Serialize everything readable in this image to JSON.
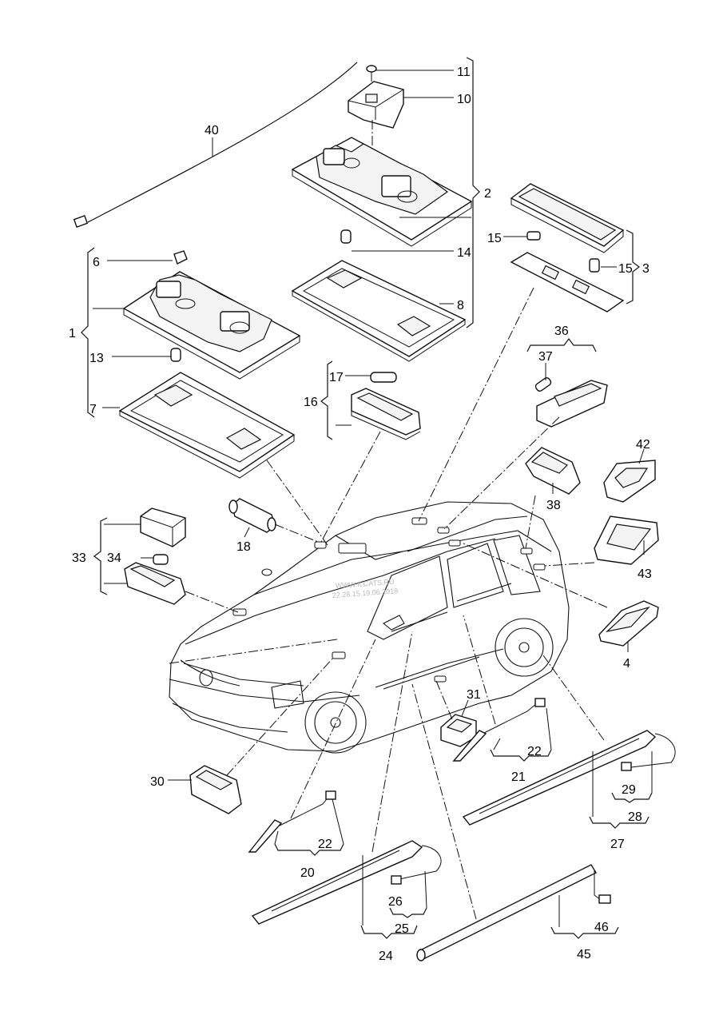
{
  "watermark": {
    "line1": "WWW.ILCATS.RU",
    "line2": "22.28.15.19.06.2018"
  },
  "callouts": {
    "c1": "1",
    "c2": "2",
    "c3": "3",
    "c4": "4",
    "c6": "6",
    "c7": "7",
    "c8": "8",
    "c10": "10",
    "c11": "11",
    "c13": "13",
    "c14": "14",
    "c15a": "15",
    "c15b": "15",
    "c16": "16",
    "c17": "17",
    "c18": "18",
    "c20": "20",
    "c21": "21",
    "c22a": "22",
    "c22b": "22",
    "c24": "24",
    "c25": "25",
    "c26": "26",
    "c27": "27",
    "c28": "28",
    "c29": "29",
    "c30": "30",
    "c31": "31",
    "c33": "33",
    "c34": "34",
    "c36": "36",
    "c37": "37",
    "c38": "38",
    "c40": "40",
    "c42": "42",
    "c43": "43",
    "c45": "45",
    "c46": "46"
  }
}
